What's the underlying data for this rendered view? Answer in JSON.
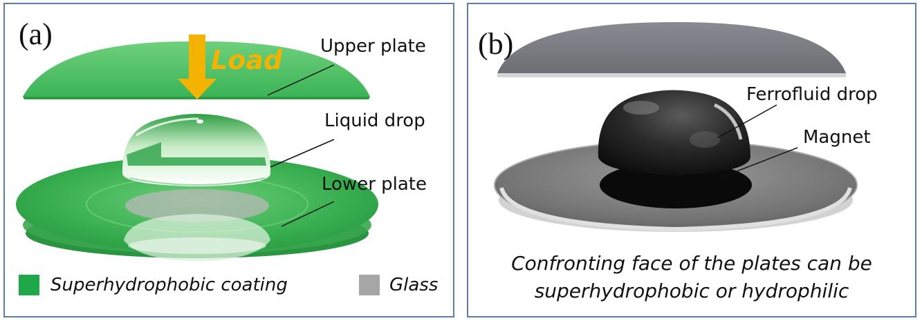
{
  "panel_a": {
    "label": "(a)",
    "load": "Load",
    "upper_plate": "Upper plate",
    "liquid_drop": "Liquid drop",
    "lower_plate": "Lower plate",
    "legend": [
      {
        "label": "Superhydrophobic coating",
        "color": "#1fa84a"
      },
      {
        "label": "Glass",
        "color": "#a6a6a6"
      }
    ]
  },
  "panel_b": {
    "label": "(b)",
    "ferrofluid_drop": "Ferrofluid drop",
    "magnet": "Magnet",
    "caption_line1": "Confronting face of the plates can be",
    "caption_line2": "superhydrophobic or hydrophilic"
  },
  "colors": {
    "green": "#2eb24f",
    "load_arrow": "#f5b301",
    "gray_plate": "#808080",
    "border": "#5b7fa4"
  }
}
